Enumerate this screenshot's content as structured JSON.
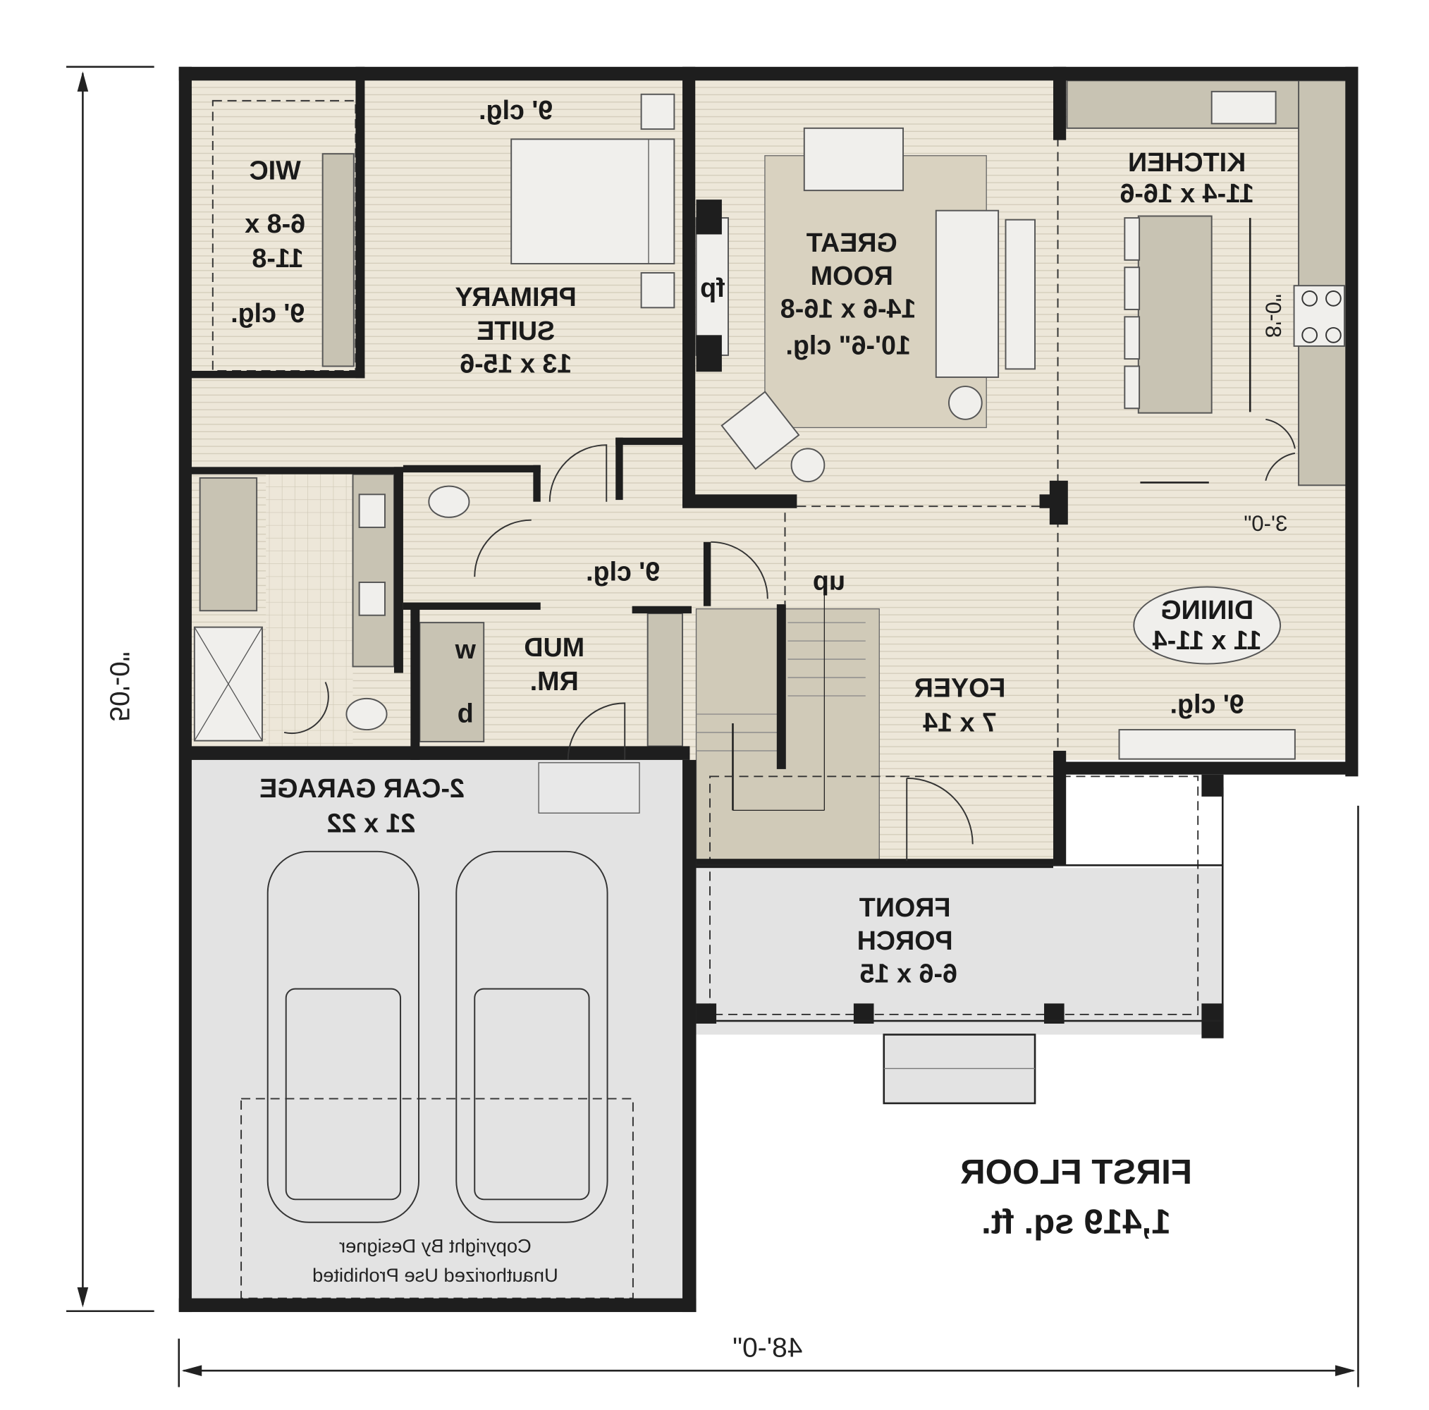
{
  "plan": {
    "title": "FIRST FLOOR",
    "area": "1,419 sq. ft.",
    "overall_width": "48'-0\"",
    "overall_depth": "50'-0\"",
    "copyright_line1": "Copyright By Designer",
    "copyright_line2": "Unauthorized Use Prohibited",
    "mirrored": true
  },
  "rooms": {
    "wic": {
      "name": "WIC",
      "dim1": "6-8 x",
      "dim2": "11-8",
      "ceiling": "9' clg."
    },
    "primary": {
      "name1": "PRIMARY",
      "name2": "SUITE",
      "dim": "13 x 15-6",
      "ceiling": "9' clg."
    },
    "great": {
      "name1": "GREAT",
      "name2": "ROOM",
      "dim": "14-6 x 16-8",
      "ceiling": "10'-6\" clg.",
      "fireplace": "fp"
    },
    "kitchen": {
      "name": "KITCHEN",
      "dim": "11-4 x 16-6",
      "island_dim": "8'-0\"",
      "clearance": "3'-0\""
    },
    "dining": {
      "name": "DINING",
      "dim": "11 x 11-4",
      "ceiling": "9' clg."
    },
    "hall": {
      "ceiling": "9' clg.",
      "stair": "up"
    },
    "mud": {
      "name1": "MUD",
      "name2": "RM.",
      "washer": "w",
      "dryer": "b"
    },
    "foyer": {
      "name": "FOYER",
      "dim": "7 x 14"
    },
    "garage": {
      "name": "2-CAR GARAGE",
      "dim": "21 x 22"
    },
    "porch": {
      "name1": "FRONT",
      "name2": "PORCH",
      "dim": "6-6 x 15"
    }
  },
  "colors": {
    "floor": "#ede7d9",
    "wall": "#1e1e1e",
    "garage": "#e3e3e3",
    "cabinet": "#c8c3b3",
    "rug": "#d9d2c0"
  }
}
